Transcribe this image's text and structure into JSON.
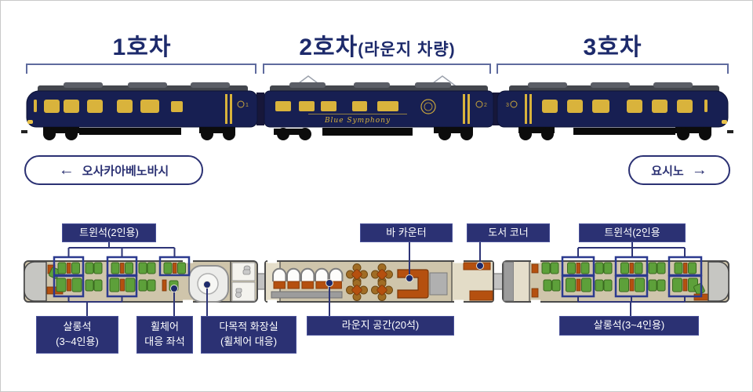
{
  "palette": {
    "navy_text": "#1d2a6b",
    "label_bg": "#2b3173",
    "bracket": "#5f6b9e",
    "train_body": "#171f52",
    "window_gold": "#d9b33c",
    "floor_tan": "#cfc5ab",
    "seat_green": "#5da03a",
    "table_orange": "#b5500f",
    "highlight_box": "#2c3a8f"
  },
  "header": {
    "cars": [
      {
        "title": "1호차",
        "subtitle": ""
      },
      {
        "title": "2호차",
        "subtitle": "(라운지 차량)"
      },
      {
        "title": "3호차",
        "subtitle": ""
      }
    ]
  },
  "train": {
    "brand": "Blue Symphony",
    "numbers": [
      "1",
      "2",
      "3"
    ]
  },
  "directions": {
    "left_arrow": "←",
    "left_label": "오사카아베노바시",
    "right_label": "요시노",
    "right_arrow": "→"
  },
  "floorplan": {
    "top_labels": {
      "twin_left": "트윈석(2인용)",
      "bar_counter": "바 카운터",
      "book_corner": "도서 코너",
      "twin_right": "트윈석(2인용"
    },
    "bottom_labels": {
      "salon_left_line1": "살롱석",
      "salon_left_line2": "(3~4인용)",
      "wheelchair_line1": "휠체어",
      "wheelchair_line2": "대응 좌석",
      "toilet_line1": "다목적 화장실",
      "toilet_line2": "(휠체어 대응)",
      "lounge": "라운지 공간(20석)",
      "salon_right": "살롱석(3~4인용)"
    }
  }
}
